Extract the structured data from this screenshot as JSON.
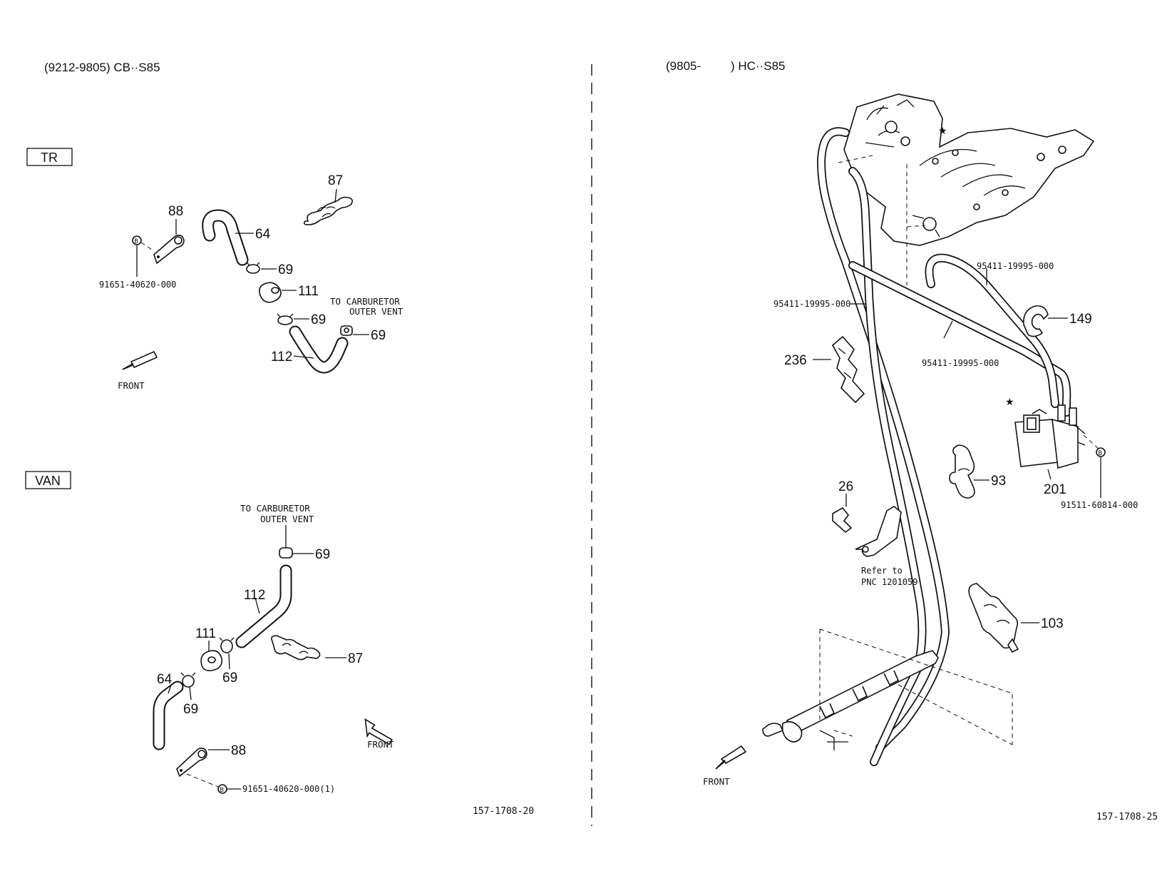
{
  "left": {
    "header": "(9212-9805) CB··S85",
    "tr": {
      "box_label": "TR",
      "labels": {
        "p87": "87",
        "p88": "88",
        "p64": "64",
        "p69a": "69",
        "p111": "111",
        "p69b": "69",
        "p69c": "69",
        "p112": "112",
        "bolt_pn": "91651-40620-000",
        "vent_line1": "TO CARBURETOR",
        "vent_line2": "OUTER VENT",
        "front": "FRONT"
      }
    },
    "van": {
      "box_label": "VAN",
      "labels": {
        "vent_line1": "TO CARBURETOR",
        "vent_line2": "OUTER VENT",
        "p69a": "69",
        "p112": "112",
        "p111": "111",
        "p69b": "69",
        "p87": "87",
        "p64": "64",
        "p69c": "69",
        "p88": "88",
        "bolt_pn": "91651-40620-000(1)",
        "front": "FRONT"
      }
    },
    "figure_no": "157-1708-20"
  },
  "right": {
    "header_prefix": "(9805-",
    "header_suffix": ") HC··S85",
    "labels": {
      "hose_pn_a": "95411-19995-000",
      "hose_pn_b": "95411-19995-000",
      "hose_pn_c": "95411-19995-000",
      "p149": "149",
      "p236": "236",
      "p93": "93",
      "p201": "201",
      "bolt_pn": "91511-60814-000",
      "p26": "26",
      "refer_line1": "Refer to",
      "refer_line2": "PNC 1201059",
      "p103": "103",
      "front": "FRONT",
      "star": "★"
    },
    "figure_no": "157-1708-25"
  },
  "bolt_marker": "B"
}
